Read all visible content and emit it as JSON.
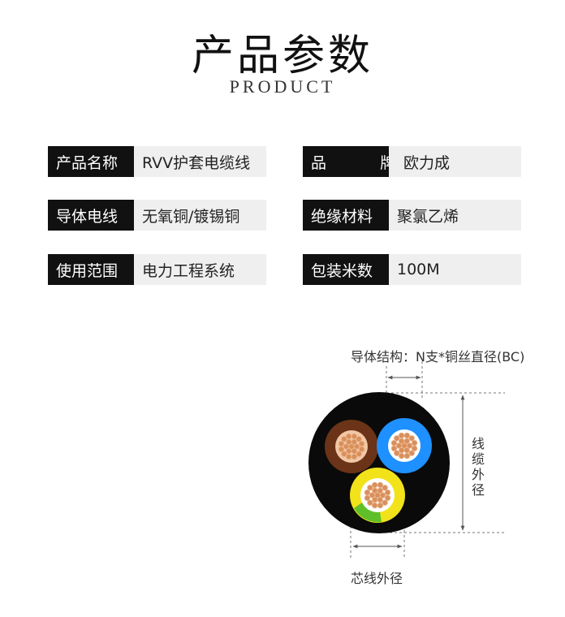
{
  "header": {
    "title": "产品参数",
    "subtitle": "PRODUCT"
  },
  "params": {
    "left": [
      {
        "label": "产品名称",
        "value": "RVV护套电缆线"
      },
      {
        "label": "导体电线",
        "value": "无氧铜/镀锡铜"
      },
      {
        "label": "使用范围",
        "value": "电力工程系统"
      }
    ],
    "right": [
      {
        "label": "品  牌",
        "value": "欧力成"
      },
      {
        "label": "绝缘材料",
        "value": "聚氯乙烯"
      },
      {
        "label": "包装米数",
        "value": "100M"
      }
    ]
  },
  "diagram": {
    "conductor_label": "导体结构：N支*铜丝直径(BC)",
    "cable_od_label": "线缆外径",
    "core_od_label": "芯线外径",
    "colors": {
      "sheath": "#0a0a0a",
      "core_brown": "#6b3318",
      "core_blue": "#1e90ff",
      "core_yellow": "#f2e21a",
      "core_green": "#5fbf2a",
      "copper": "#d98f5c",
      "copper_light": "#eab58d"
    }
  }
}
